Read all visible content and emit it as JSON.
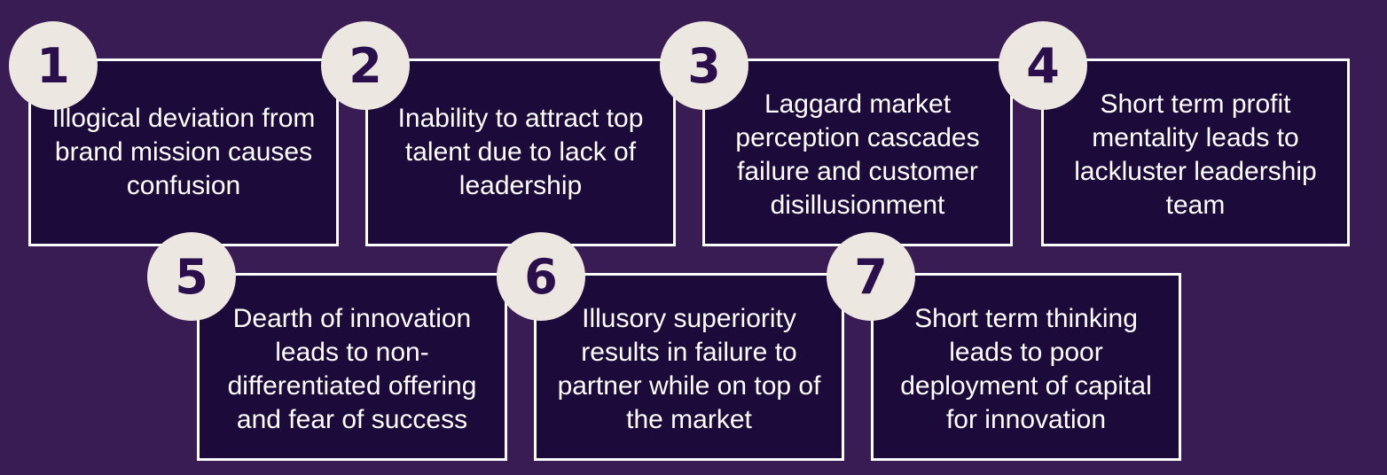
{
  "items": [
    {
      "number": "1",
      "text": "Illogical deviation from brand mission causes confusion"
    },
    {
      "number": "2",
      "text": "Inability to attract top talent due to lack of leadership"
    },
    {
      "number": "3",
      "text": "Laggard market perception cascades failure and customer disillusionment"
    },
    {
      "number": "4",
      "text": "Short term profit mentality leads to lackluster leadership team"
    },
    {
      "number": "5",
      "text": "Dearth of innovation leads to non-differentiated offering and fear of success"
    },
    {
      "number": "6",
      "text": "Illusory superiority results in failure to partner while on top of the market"
    },
    {
      "number": "7",
      "text": "Short term thinking leads to poor deployment of capital for innovation"
    }
  ],
  "colors": {
    "background": "#3a1c54",
    "card_fill": "#1b0a3a",
    "card_border": "#ffffff",
    "badge_fill": "#ece8e1",
    "badge_text": "#2a0f4c"
  }
}
